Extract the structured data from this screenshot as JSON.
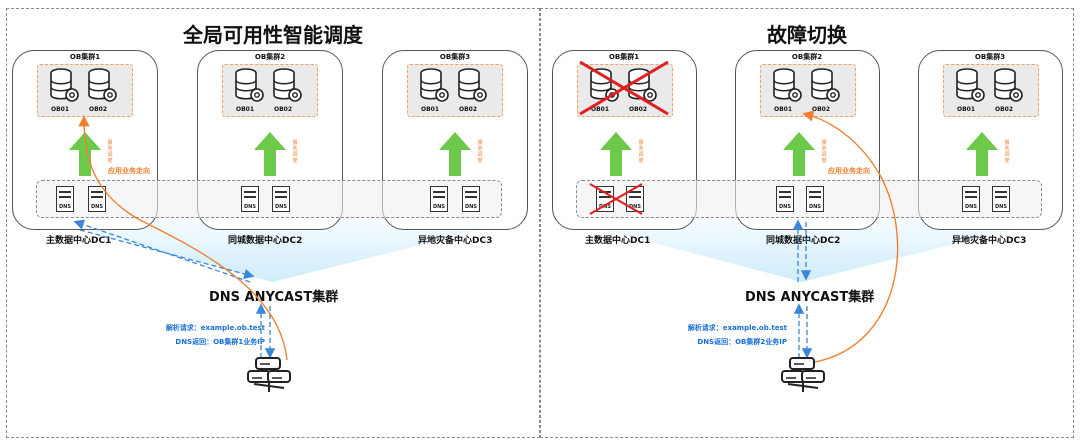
{
  "colors": {
    "flow_orange": "#f08030",
    "dns_blue": "#3a86d8",
    "up_arrow_green": "#6cc94a",
    "cluster_border": "#f0a060",
    "failure_red": "#e02020"
  },
  "left": {
    "title": "全局可用性智能调度",
    "clusters": [
      {
        "name": "OB集群1",
        "nodes": [
          "OB01",
          "OB02"
        ],
        "sched": "服务调度"
      },
      {
        "name": "OB集群2",
        "nodes": [
          "OB01",
          "OB02"
        ],
        "sched": "服务调度"
      },
      {
        "name": "OB集群3",
        "nodes": [
          "OB01",
          "OB02"
        ],
        "sched": "服务调度"
      }
    ],
    "biz_flow": "应用业务走向",
    "dns_label": "DNS",
    "dcs": [
      "主数据中心DC1",
      "同城数据中心DC2",
      "异地灾备中心DC3"
    ],
    "anycast": "DNS ANYCAST集群",
    "request": "解析请求：example.ob.test",
    "response": "DNS返回：OB集群1业务IP"
  },
  "right": {
    "title": "故障切换",
    "clusters": [
      {
        "name": "OB集群1",
        "nodes": [
          "OB01",
          "OB02"
        ],
        "sched": "服务调度"
      },
      {
        "name": "OB集群2",
        "nodes": [
          "OB01",
          "OB02"
        ],
        "sched": "服务调度"
      },
      {
        "name": "OB集群3",
        "nodes": [
          "OB01",
          "OB02"
        ],
        "sched": "服务调度"
      }
    ],
    "biz_flow": "应用业务走向",
    "dns_label": "DNS",
    "dcs": [
      "主数据中心DC1",
      "同城数据中心DC2",
      "异地灾备中心DC3"
    ],
    "anycast": "DNS ANYCAST集群",
    "request": "解析请求：example.ob.test",
    "response": "DNS返回：OB集群2业务IP"
  }
}
